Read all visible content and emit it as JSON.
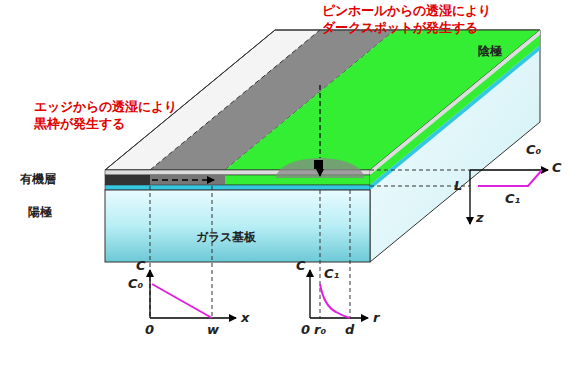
{
  "diagram": {
    "labels": [
      "ピンホールからの透湿により ダークスポットが発生する",
      "陰極",
      "エッジからの透湿により 黒枠が発生する",
      "有機層",
      "陽極",
      "ガラス基板",
      "C₀",
      "C",
      "L",
      "C₁",
      "z",
      "C",
      "C₀",
      "x",
      "0",
      "w",
      "C",
      "C₁",
      "r",
      "0",
      "r₀",
      "d"
    ]
  }
}
